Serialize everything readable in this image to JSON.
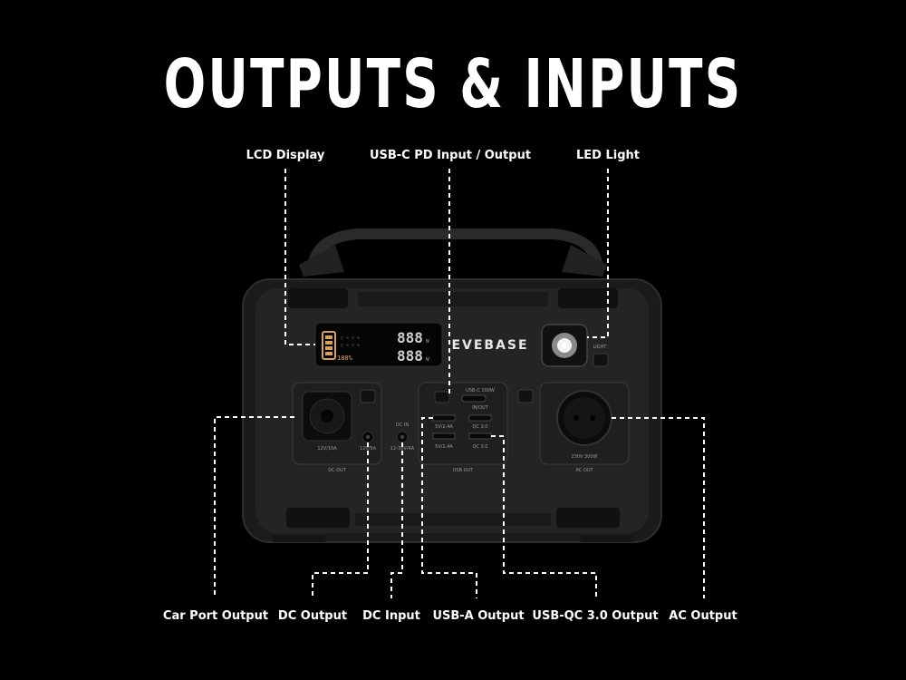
{
  "title": "OUTPUTS & INPUTS",
  "brand": "EVEBASE",
  "callouts": {
    "lcd_display": "LCD Display",
    "usbc_pd": "USB-C PD Input / Output",
    "led_light": "LED Light",
    "car_port": "Car Port Output",
    "dc_output": "DC Output",
    "dc_input": "DC Input",
    "usb_a": "USB-A Output",
    "usb_qc": "USB-QC 3.0 Output",
    "ac_output": "AC Output"
  },
  "panel_text": {
    "light": "LIGHT",
    "car_rating": "12V/10A",
    "dc_rating": "12V/5A",
    "dc_out": "DC OUT",
    "dc_in": "DC IN",
    "dc_in_rating": "12-30V/4A",
    "usbc_rating": "USB-C 100W",
    "inout": "IN/OUT",
    "usba_rating_1": "5V/2.4A",
    "usba_rating_2": "5V/2.4A",
    "qc_1": "QC 3.0",
    "qc_2": "QC 3.0",
    "usb_out": "USB OUT",
    "ac_rating": "230V 300W",
    "ac_out": "AC OUT"
  },
  "lcd": {
    "digits_top": "888",
    "digits_bottom": "888",
    "unit_top": "W",
    "unit_bottom": "W",
    "percent": "188%"
  },
  "colors": {
    "background": "#000000",
    "body": "#1f1f1f",
    "line": "#ffffff",
    "lcd_accent": "#d8a25a"
  },
  "icons": [
    "battery-icon",
    "led-light-icon",
    "car-socket-icon",
    "ac-socket-icon"
  ]
}
